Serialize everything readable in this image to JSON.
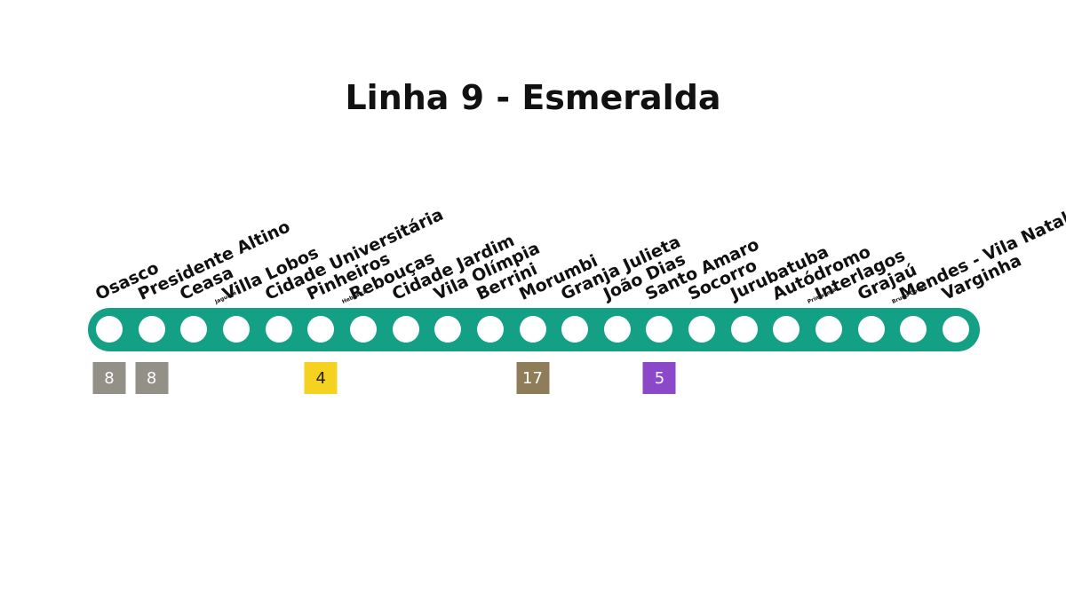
{
  "title": "Linha 9 - Esmeralda",
  "colors": {
    "line": "#14a085",
    "line_8": "#929087",
    "line_4": "#f4d21f",
    "line_17": "#8e7d58",
    "line_5": "#8b49c9"
  },
  "stations": [
    {
      "name": "Osasco"
    },
    {
      "name": "Presidente Altino"
    },
    {
      "name": "Ceasa"
    },
    {
      "name": "Villa Lobos",
      "sub": "Jaguaré"
    },
    {
      "name": "Cidade Universitária"
    },
    {
      "name": "Pinheiros"
    },
    {
      "name": "Rebouças",
      "sub": "Hebraica"
    },
    {
      "name": "Cidade Jardim"
    },
    {
      "name": "Vila Olímpia"
    },
    {
      "name": "Berrini"
    },
    {
      "name": "Morumbi"
    },
    {
      "name": "Granja Julieta"
    },
    {
      "name": "João Dias"
    },
    {
      "name": "Santo Amaro"
    },
    {
      "name": "Socorro"
    },
    {
      "name": "Jurubatuba"
    },
    {
      "name": "Autódromo"
    },
    {
      "name": "Interlagos",
      "sub": "Primavera"
    },
    {
      "name": "Grajaú"
    },
    {
      "name": "Mendes - Vila Natal",
      "sub": "Bruno Covas"
    },
    {
      "name": "Varginha"
    }
  ],
  "transfers": [
    {
      "station_index": 0,
      "line": "8",
      "color": "#929087",
      "text_color": "#ffffff"
    },
    {
      "station_index": 1,
      "line": "8",
      "color": "#929087",
      "text_color": "#ffffff"
    },
    {
      "station_index": 5,
      "line": "4",
      "color": "#f4d21f",
      "text_color": "#222222"
    },
    {
      "station_index": 10,
      "line": "17",
      "color": "#8e7d58",
      "text_color": "#ffffff"
    },
    {
      "station_index": 13,
      "line": "5",
      "color": "#8b49c9",
      "text_color": "#ffffff"
    }
  ]
}
